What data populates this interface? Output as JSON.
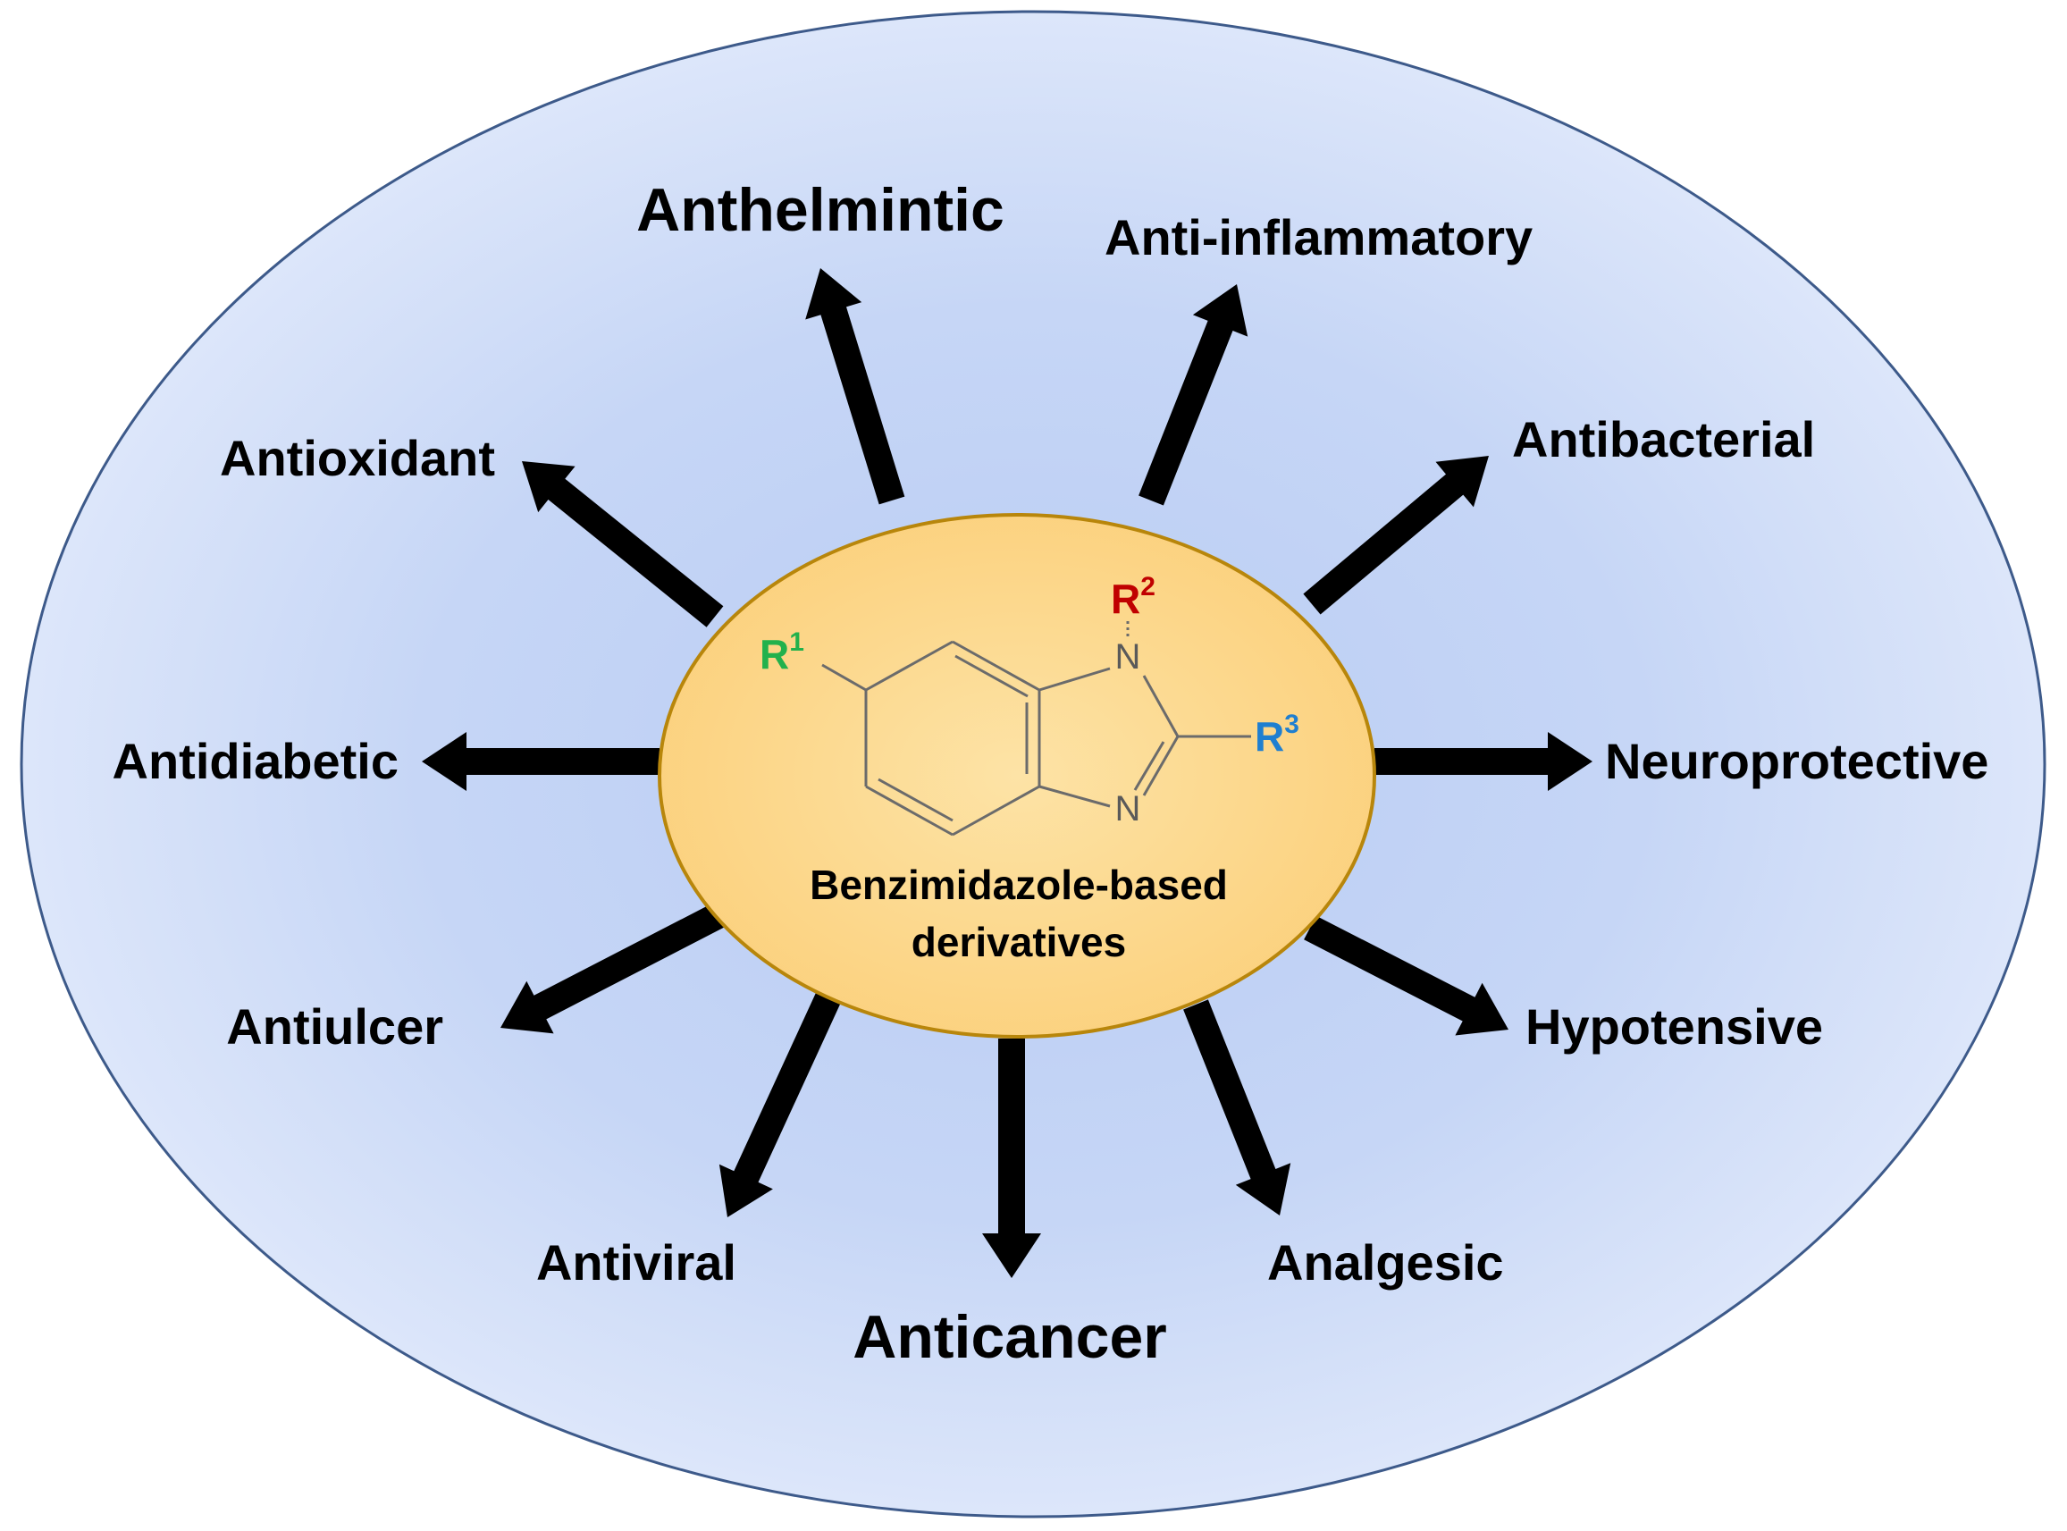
{
  "center": {
    "caption_line1": "Benzimidazole-based",
    "caption_line2": "derivatives",
    "structure": {
      "atom_n_top": "N",
      "atom_n_bottom": "N",
      "r1": {
        "letter": "R",
        "sup": "1",
        "color": "#22b14c"
      },
      "r2": {
        "letter": "R",
        "sup": "2",
        "color": "#c00000"
      },
      "r3": {
        "letter": "R",
        "sup": "3",
        "color": "#1f7fd0"
      }
    }
  },
  "activities": {
    "anthelmintic": {
      "label": "Anthelmintic",
      "color": "#7030a0"
    },
    "anti_inflammatory": {
      "label": "Anti-inflammatory",
      "color": "#000000"
    },
    "antibacterial": {
      "label": "Antibacterial",
      "color": "#000000"
    },
    "neuroprotective": {
      "label": "Neuroprotective",
      "color": "#000000"
    },
    "hypotensive": {
      "label": "Hypotensive",
      "color": "#000000"
    },
    "analgesic": {
      "label": "Analgesic",
      "color": "#000000"
    },
    "anticancer": {
      "label": "Anticancer",
      "color": "#c00000"
    },
    "antiviral": {
      "label": "Antiviral",
      "color": "#000000"
    },
    "antiulcer": {
      "label": "Antiulcer",
      "color": "#000000"
    },
    "antidiabetic": {
      "label": "Antidiabetic",
      "color": "#000000"
    },
    "antioxidant": {
      "label": "Antioxidant",
      "color": "#000000"
    }
  },
  "colors": {
    "outer_fill_center": "#b9ccf3",
    "outer_fill_edge": "#dfe8fb",
    "outer_stroke": "#3d5a8a",
    "center_fill": "#fdd78a",
    "center_stroke": "#b8860b",
    "arrow": "#000000"
  }
}
